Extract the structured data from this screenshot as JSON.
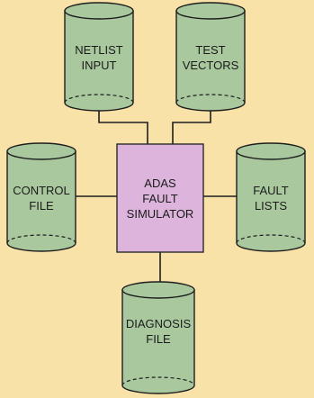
{
  "colors": {
    "background": "#f8e2a8",
    "cylinder_fill": "#a9c89e",
    "cylinder_stroke": "#1e1e1e",
    "processor_fill": "#dcb4dc",
    "processor_stroke": "#2a2a2a",
    "connector": "#1e1e1e",
    "text": "#1b1b1b"
  },
  "nodes": {
    "netlist_input": {
      "label": "NETLIST\nINPUT",
      "shape": "cylinder"
    },
    "test_vectors": {
      "label": "TEST\nVECTORS",
      "shape": "cylinder"
    },
    "control_file": {
      "label": "CONTROL\nFILE",
      "shape": "cylinder"
    },
    "simulator": {
      "label": "ADAS\nFAULT\nSIMULATOR",
      "shape": "box"
    },
    "fault_lists": {
      "label": "FAULT\nLISTS",
      "shape": "cylinder"
    },
    "diagnosis_file": {
      "label": "DIAGNOSIS\nFILE",
      "shape": "cylinder"
    }
  },
  "edges": [
    {
      "from": "netlist_input",
      "to": "simulator"
    },
    {
      "from": "test_vectors",
      "to": "simulator"
    },
    {
      "from": "control_file",
      "to": "simulator"
    },
    {
      "from": "simulator",
      "to": "fault_lists"
    },
    {
      "from": "simulator",
      "to": "diagnosis_file"
    }
  ]
}
